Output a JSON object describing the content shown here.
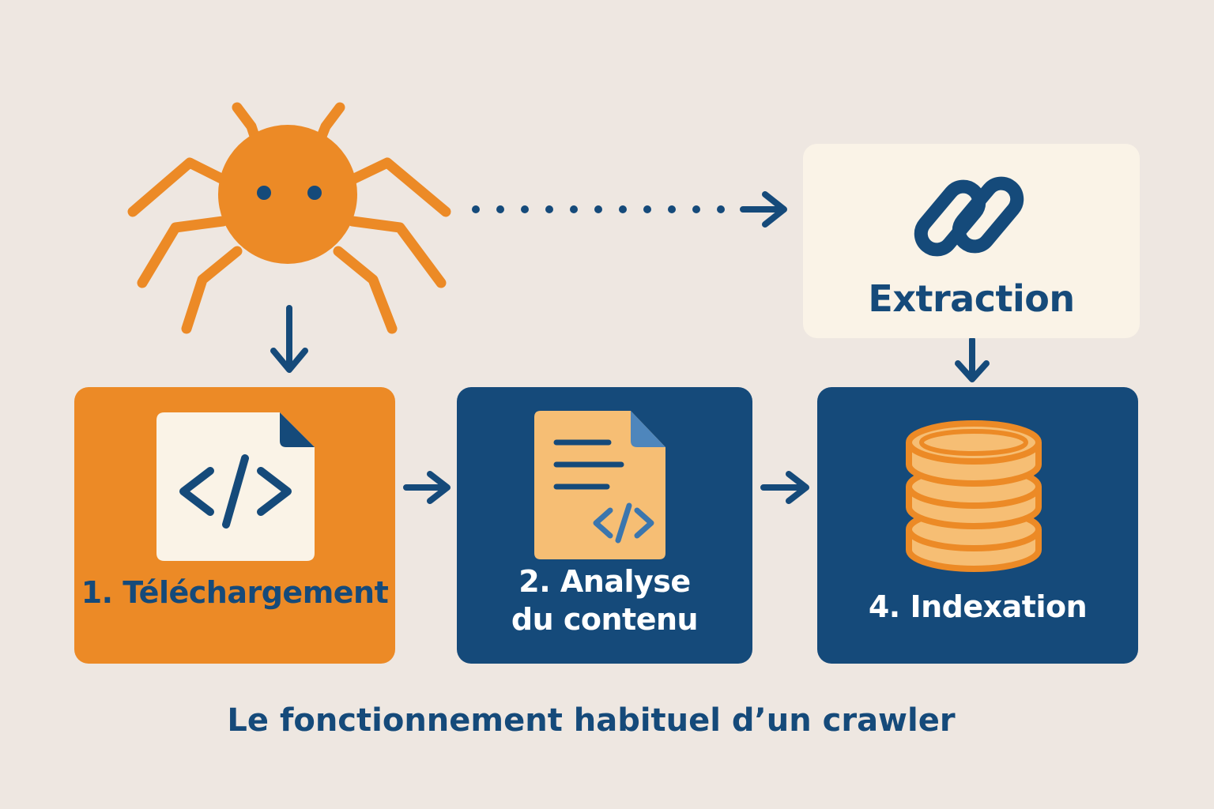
{
  "steps": {
    "download": {
      "label": "1. Téléchargement",
      "icon": "code-file-icon"
    },
    "analyse": {
      "line1": "2. Analyse",
      "line2": "du contenu",
      "icon": "document-code-icon"
    },
    "extract": {
      "label": "Extraction",
      "icon": "chain-link-icon"
    },
    "index": {
      "label": "4. Indexation",
      "icon": "database-icon"
    }
  },
  "crawler": {
    "icon": "spider-icon"
  },
  "caption": "Le fonctionnement habituel d’un crawler",
  "colors": {
    "background": "#EEE7E1",
    "orange": "#EC8A26",
    "navy": "#154A7A",
    "cream": "#FAF3E7",
    "light_orange": "#F6BE74"
  }
}
